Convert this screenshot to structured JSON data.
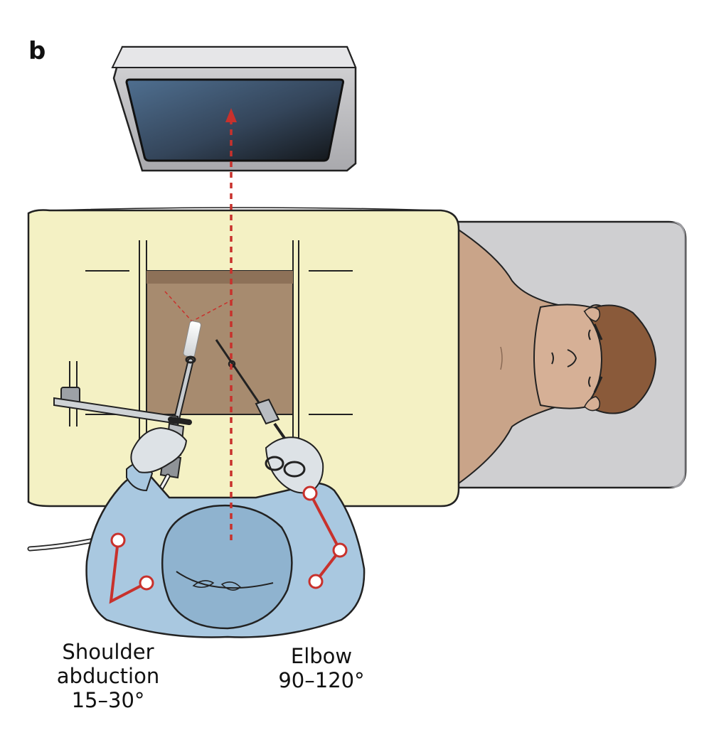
{
  "panel_letter": "b",
  "labels": {
    "shoulder": {
      "line1": "Shoulder",
      "line2": "abduction",
      "line3": "15–30°"
    },
    "elbow": {
      "line1": "Elbow",
      "line2": "90–120°"
    }
  },
  "colors": {
    "drape": "#f4f1c4",
    "skin": "#c9a489",
    "gown": "#a9c8e0",
    "table": "#cfcfd1",
    "monitor_frame": "#c9c9cb",
    "guide_red": "#c8312c",
    "marker_red": "#c8312c"
  }
}
